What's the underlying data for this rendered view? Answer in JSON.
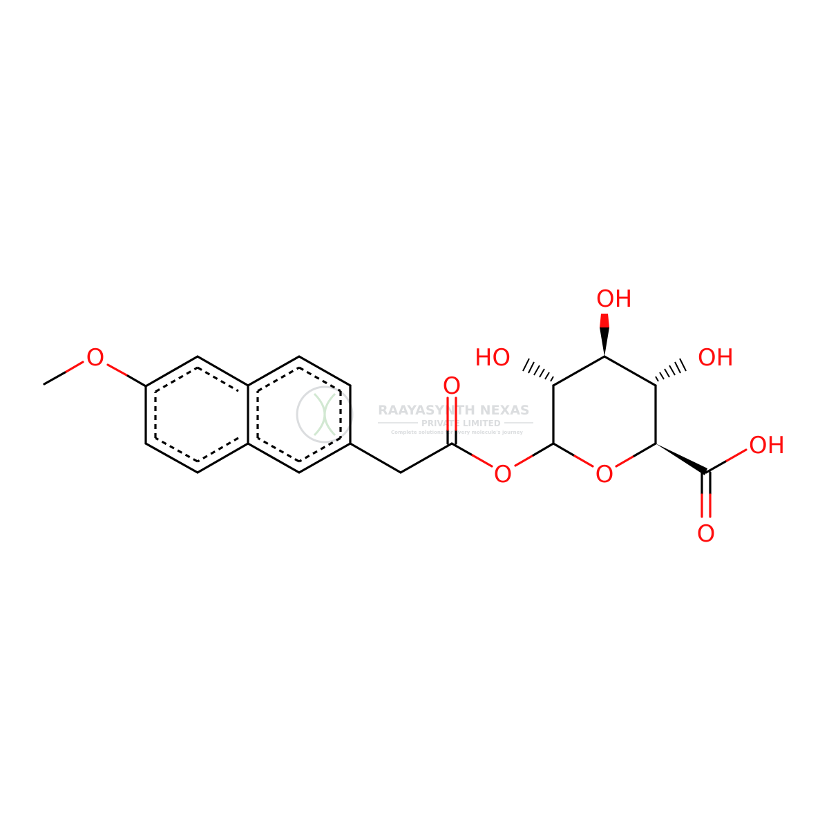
{
  "atoms": {
    "methoxy_o": "O",
    "carbonyl_o": "O",
    "ester_o": "O",
    "ring_o": "O",
    "oh_top": "OH",
    "oh_left": "HO",
    "oh_right": "OH",
    "acid_oh": "OH",
    "acid_o": "O"
  },
  "watermark": {
    "name": "RAAYASYNTH NEXAS",
    "sub": "PRIVATE LIMITED",
    "tagline": "Complete solutions for every molecule's journey"
  },
  "colors": {
    "oxygen": "#ff0d0d",
    "bond": "#000000",
    "watermark": "#9aa0a6"
  }
}
